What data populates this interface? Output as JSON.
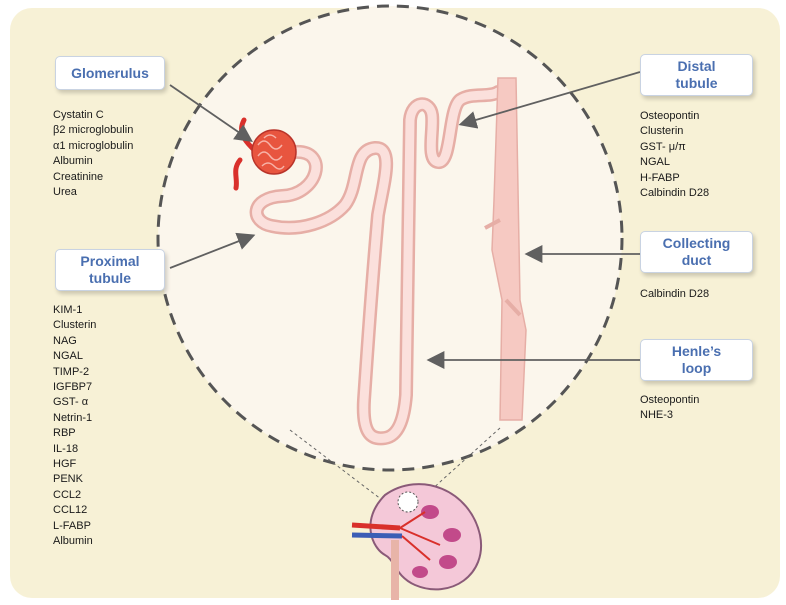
{
  "sections": {
    "glomerulus": {
      "title": "Glomerulus",
      "markers": [
        "Cystatin C",
        "β2 microglobulin",
        "α1 microglobulin",
        "Albumin",
        "Creatinine",
        "Urea"
      ]
    },
    "proximal_tubule": {
      "title": "Proximal\ntubule",
      "markers": [
        "KIM-1",
        "Clusterin",
        "NAG",
        "NGAL",
        "TIMP-2",
        "IGFBP7",
        "GST- α",
        "Netrin-1",
        "RBP",
        "IL-18",
        "HGF",
        "PENK",
        "CCL2",
        "CCL12",
        "L-FABP",
        "Albumin"
      ]
    },
    "distal_tubule": {
      "title": "Distal\ntubule",
      "markers": [
        "Osteopontin",
        "Clusterin",
        "GST- μ/π",
        "NGAL",
        "H-FABP",
        "Calbindin D28"
      ]
    },
    "collecting_duct": {
      "title": "Collecting\nduct",
      "markers": [
        "Calbindin D28"
      ]
    },
    "henles_loop": {
      "title": "Henle’s\nloop",
      "markers": [
        "Osteopontin",
        "NHE-3"
      ]
    }
  },
  "colors": {
    "background": "#f7f1d6",
    "label_text": "#4a6fb0",
    "tubule": "#f6c9c2",
    "glomerulus": "#e8553f",
    "kidney_artery": "#d9302b",
    "kidney_vein": "#3b5db5"
  }
}
